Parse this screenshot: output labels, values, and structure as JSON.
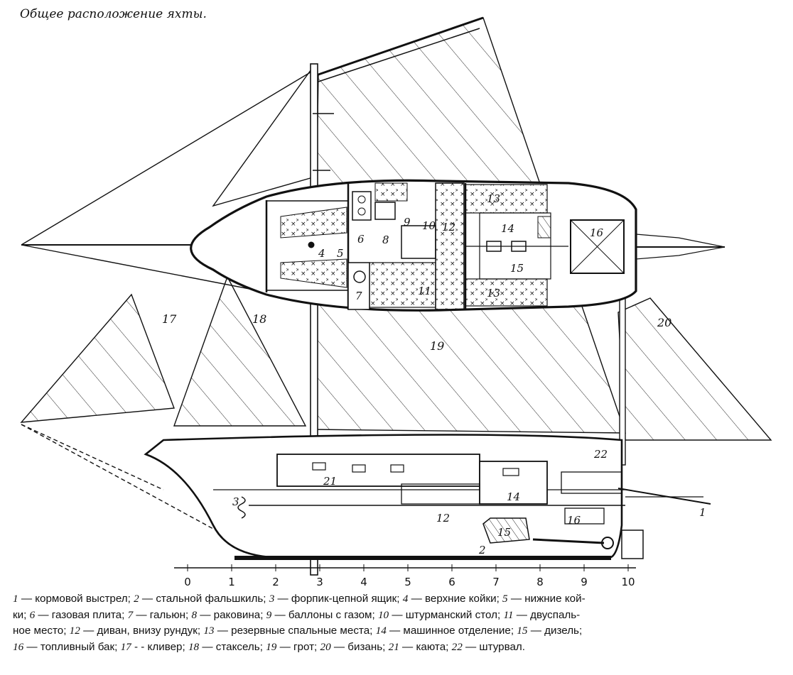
{
  "title": "Общее расположение яхты.",
  "plan_labels": {
    "n4": "4",
    "n5": "5",
    "n6": "6",
    "n7": "7",
    "n8": "8",
    "n9": "9",
    "n10": "10",
    "n11": "11",
    "n12": "12",
    "n13a": "13",
    "n13b": "13",
    "n14": "14",
    "n15": "15",
    "n16": "16"
  },
  "sail_labels": {
    "s17": "17",
    "s18": "18",
    "s19": "19",
    "s20": "20"
  },
  "profile_labels": {
    "p1": "1",
    "p2": "2",
    "p3": "3",
    "p12": "12",
    "p14": "14",
    "p15": "15",
    "p16": "16",
    "p21": "21",
    "p22": "22"
  },
  "scale_ticks": [
    "0",
    "1",
    "2",
    "3",
    "4",
    "5",
    "6",
    "7",
    "8",
    "9",
    "10"
  ],
  "legend_lines": [
    [
      {
        "n": "1",
        "t": " — кормовой выстрел; "
      },
      {
        "n": "2",
        "t": " — стальной фальшкиль; "
      },
      {
        "n": "3",
        "t": " — форпик-цепной ящик; "
      },
      {
        "n": "4",
        "t": " — верхние койки; "
      },
      {
        "n": "5",
        "t": " — нижние кой-"
      }
    ],
    [
      {
        "n": "",
        "t": "ки; "
      },
      {
        "n": "6",
        "t": " — газовая плита; "
      },
      {
        "n": "7",
        "t": " — гальюн; "
      },
      {
        "n": "8",
        "t": " — раковина; "
      },
      {
        "n": "9",
        "t": " — баллоны с газом; "
      },
      {
        "n": "10",
        "t": " — штурманский стол; "
      },
      {
        "n": "11",
        "t": " — двуспаль-"
      }
    ],
    [
      {
        "n": "",
        "t": "ное место; "
      },
      {
        "n": "12",
        "t": " — диван, внизу рундук; "
      },
      {
        "n": "13",
        "t": " — резервные спальные места; "
      },
      {
        "n": "14",
        "t": " — машинное отделение; "
      },
      {
        "n": "15",
        "t": " — дизель;"
      }
    ],
    [
      {
        "n": "16",
        "t": " — топливный бак; "
      },
      {
        "n": "17",
        "t": " - - кливер; "
      },
      {
        "n": "18",
        "t": " — стаксель; "
      },
      {
        "n": "19",
        "t": " — грот; "
      },
      {
        "n": "20",
        "t": " — бизань; "
      },
      {
        "n": "21",
        "t": " — каюта; "
      },
      {
        "n": "22",
        "t": " — штурвал."
      }
    ]
  ],
  "colors": {
    "ink": "#111111",
    "paper": "#ffffff"
  }
}
